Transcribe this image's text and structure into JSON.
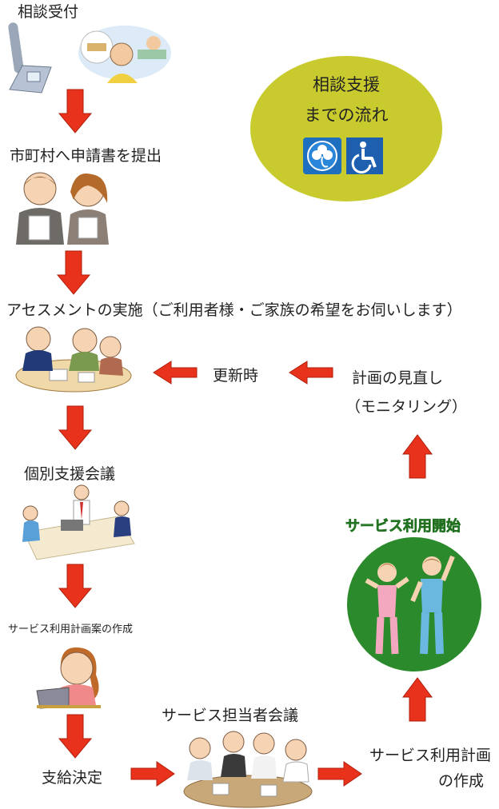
{
  "title": {
    "line1": "相談支援",
    "line2": "までの流れ"
  },
  "icons": [
    "clover-icon",
    "wheelchair-icon"
  ],
  "steps": {
    "consult": "相談受付",
    "apply": "市町村へ申請書を提出",
    "assessment": "アセスメントの実施（ご利用者様・ご家族の希望をお伺いします）",
    "meeting": "個別支援会議",
    "draft_plan": "サービス利用計画案の作成",
    "decision": "支給決定",
    "staff_meeting": "サービス担当者会議",
    "plan_line1": "サービス利用計画",
    "plan_line2": "の作成",
    "service_start": "サービス利用開始",
    "review_line1": "計画の見直し",
    "review_line2": "（モニタリング）",
    "renewal": "更新時"
  },
  "colors": {
    "arrow": "#e8321b",
    "oval": "#c8ca2e",
    "start_circle": "#2b8a2b",
    "start_text": "#3fa03a",
    "icon_bg": "#1f6fc0"
  }
}
